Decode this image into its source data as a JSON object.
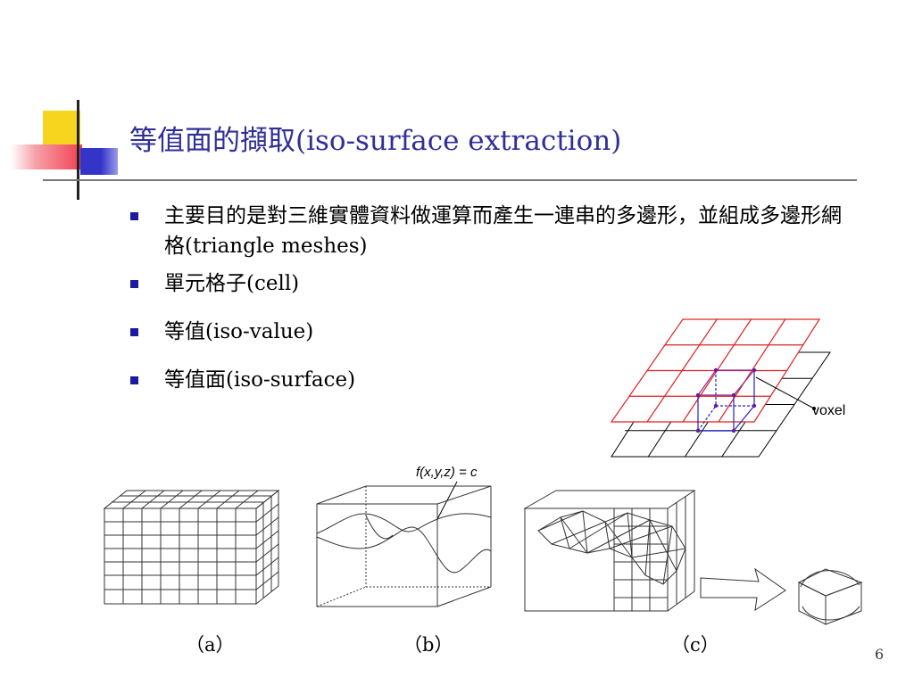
{
  "slide": {
    "title": "等值面的擷取(iso-surface extraction)",
    "bullets": [
      {
        "text": "主要目的是對三維實體資料做運算而產生一連串的多邊形，並組成多邊形網格(triangle meshes)"
      },
      {
        "text": "單元格子(cell)"
      },
      {
        "text": "等值(iso-value)"
      },
      {
        "text": "等值面(iso-surface)"
      }
    ],
    "voxel_label": "voxel",
    "function_label": "f(x,y,z) = c",
    "captions": {
      "a": "（a）",
      "b": "（b）",
      "c": "（c）"
    },
    "page_number": "6"
  },
  "colors": {
    "title": "#2f2f9a",
    "bullet": "#1a1aa0",
    "grid_red": "#e02020",
    "cube_blue": "#2020d0",
    "accent_yellow": "#f7d51e",
    "accent_blue": "#3434c8",
    "accent_red": "#f04050"
  }
}
